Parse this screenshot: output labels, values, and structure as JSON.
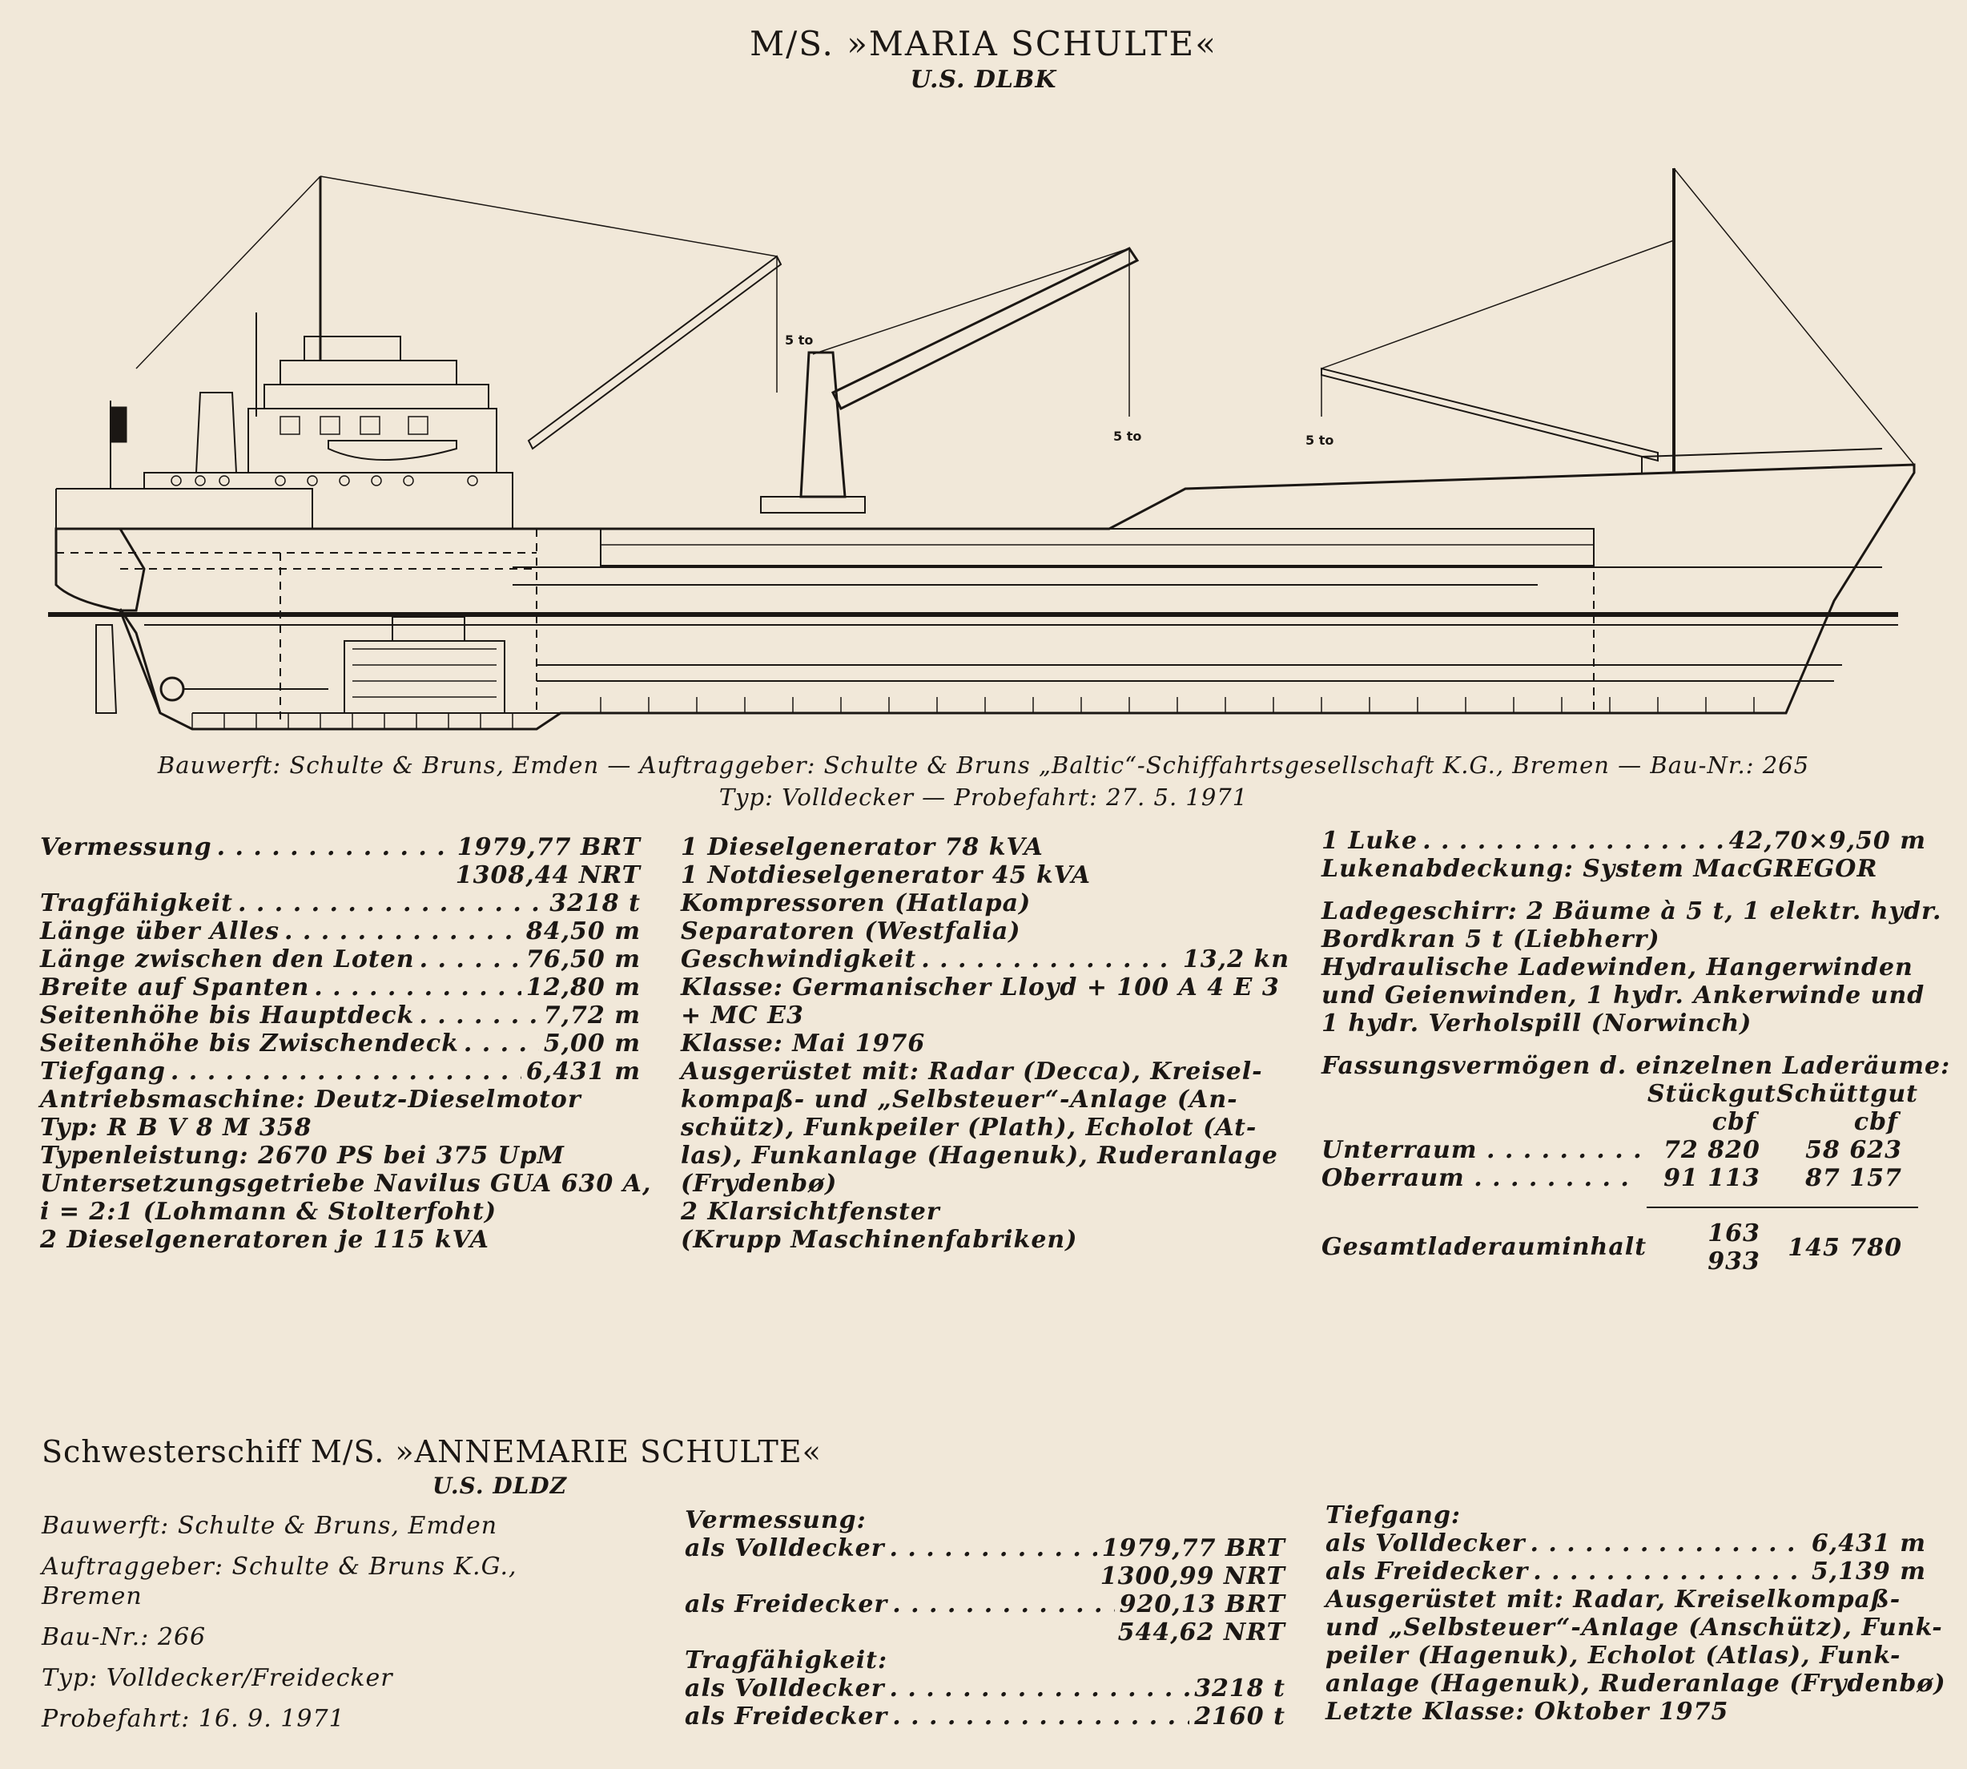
{
  "header": {
    "title": "M/S. »MARIA SCHULTE«",
    "callsign": "U.S. DLBK"
  },
  "drawing": {
    "labels": [
      "5 to",
      "5 to",
      "5 to"
    ]
  },
  "caption": {
    "line1": "Bauwerft: Schulte & Bruns, Emden — Auftraggeber: Schulte & Bruns „Baltic“-Schiffahrtsgesellschaft K.G., Bremen — Bau-Nr.: 265",
    "line2": "Typ: Volldecker — Probefahrt: 27. 5. 1971"
  },
  "specs_left": {
    "rows": [
      {
        "label": "Vermessung",
        "value": "1979,77 BRT"
      },
      {
        "label": "",
        "value": "1308,44 NRT"
      },
      {
        "label": "Tragfähigkeit",
        "value": "3218 t"
      },
      {
        "label": "Länge über Alles",
        "value": "84,50 m"
      },
      {
        "label": "Länge zwischen den Loten",
        "value": "76,50 m"
      },
      {
        "label": "Breite auf Spanten",
        "value": "12,80 m"
      },
      {
        "label": "Seitenhöhe bis Hauptdeck",
        "value": "7,72 m"
      },
      {
        "label": "Seitenhöhe bis Zwischendeck",
        "value": "5,00 m"
      },
      {
        "label": "Tiefgang",
        "value": "6,431 m"
      }
    ],
    "lines": [
      "Antriebsmaschine: Deutz-Dieselmotor",
      "Typ: R B V 8 M 358",
      "Typenleistung: 2670 PS bei 375 UpM",
      "Untersetzungsgetriebe Navilus GUA 630 A,",
      "i = 2:1 (Lohmann & Stolterfoht)",
      "2 Dieselgeneratoren je 115 kVA"
    ]
  },
  "specs_mid": {
    "lines_a": [
      "1 Dieselgenerator 78 kVA",
      "1 Notdieselgenerator 45 kVA",
      "Kompressoren (Hatlapa)",
      "Separatoren (Westfalia)"
    ],
    "speed": {
      "label": "Geschwindigkeit",
      "value": "13,2 kn"
    },
    "lines_b": [
      "Klasse: Germanischer Lloyd + 100 A 4 E 3",
      "+ MC E3",
      "Klasse: Mai 1976",
      "Ausgerüstet mit: Radar (Decca), Kreisel-",
      "kompaß- und „Selbsteuer“-Anlage (An-",
      "schütz), Funkpeiler (Plath), Echolot (At-",
      "las), Funkanlage (Hagenuk), Ruderanlage",
      "(Frydenbø)",
      "2 Klarsichtfenster",
      "(Krupp Maschinenfabriken)"
    ]
  },
  "specs_right": {
    "hatch": {
      "label": "1 Luke",
      "value": "42,70×9,50 m"
    },
    "lines_a": [
      "Lukenabdeckung: System MacGREGOR"
    ],
    "lines_b": [
      "Ladegeschirr: 2 Bäume à 5 t, 1 elektr. hydr.",
      "Bordkran 5 t (Liebherr)",
      "Hydraulische Ladewinden, Hangerwinden",
      "und Geienwinden, 1 hydr. Ankerwinde und",
      "1 hydr. Verholspill (Norwinch)"
    ],
    "capacity_title": "Fassungsvermögen d. einzelnen Laderäume:",
    "col_headers": [
      "Stückgut",
      "Schüttgut"
    ],
    "col_units": [
      "cbf",
      "cbf"
    ],
    "rows": [
      {
        "label": "Unterraum",
        "a": "72 820",
        "b": "58 623"
      },
      {
        "label": "Oberraum",
        "a": "91 113",
        "b": "87 157"
      }
    ],
    "total": {
      "label": "Gesamtladerauminhalt",
      "a": "163 933",
      "b": "145 780"
    }
  },
  "sister": {
    "title": "Schwesterschiff M/S. »ANNEMARIE SCHULTE«",
    "callsign": "U.S. DLDZ",
    "left": {
      "yard": "Bauwerft: Schulte & Bruns, Emden",
      "client1": "Auftraggeber: Schulte & Bruns K.G.,",
      "client2": "Bremen",
      "number": "Bau-Nr.: 266",
      "type": "Typ: Volldecker/Freidecker",
      "trial": "Probefahrt: 16. 9. 1971"
    },
    "mid": {
      "vermessung_title": "Vermessung:",
      "rows_v": [
        {
          "label": "als Volldecker",
          "value": "1979,77 BRT"
        },
        {
          "label": "",
          "value": "1300,99 NRT"
        },
        {
          "label": "als Freidecker",
          "value": "920,13 BRT"
        },
        {
          "label": "",
          "value": "544,62 NRT"
        }
      ],
      "tragf_title": "Tragfähigkeit:",
      "rows_t": [
        {
          "label": "als Volldecker",
          "value": "3218 t"
        },
        {
          "label": "als Freidecker",
          "value": "2160 t"
        }
      ]
    },
    "right": {
      "tiefgang_title": "Tiefgang:",
      "rows": [
        {
          "label": "als Volldecker",
          "value": "6,431 m"
        },
        {
          "label": "als Freidecker",
          "value": "5,139 m"
        }
      ],
      "lines": [
        "Ausgerüstet mit: Radar, Kreiselkompaß-",
        "und „Selbsteuer“-Anlage (Anschütz), Funk-",
        "peiler (Hagenuk), Echolot (Atlas), Funk-",
        "anlage (Hagenuk), Ruderanlage (Frydenbø)",
        "Letzte Klasse: Oktober 1975"
      ]
    }
  }
}
